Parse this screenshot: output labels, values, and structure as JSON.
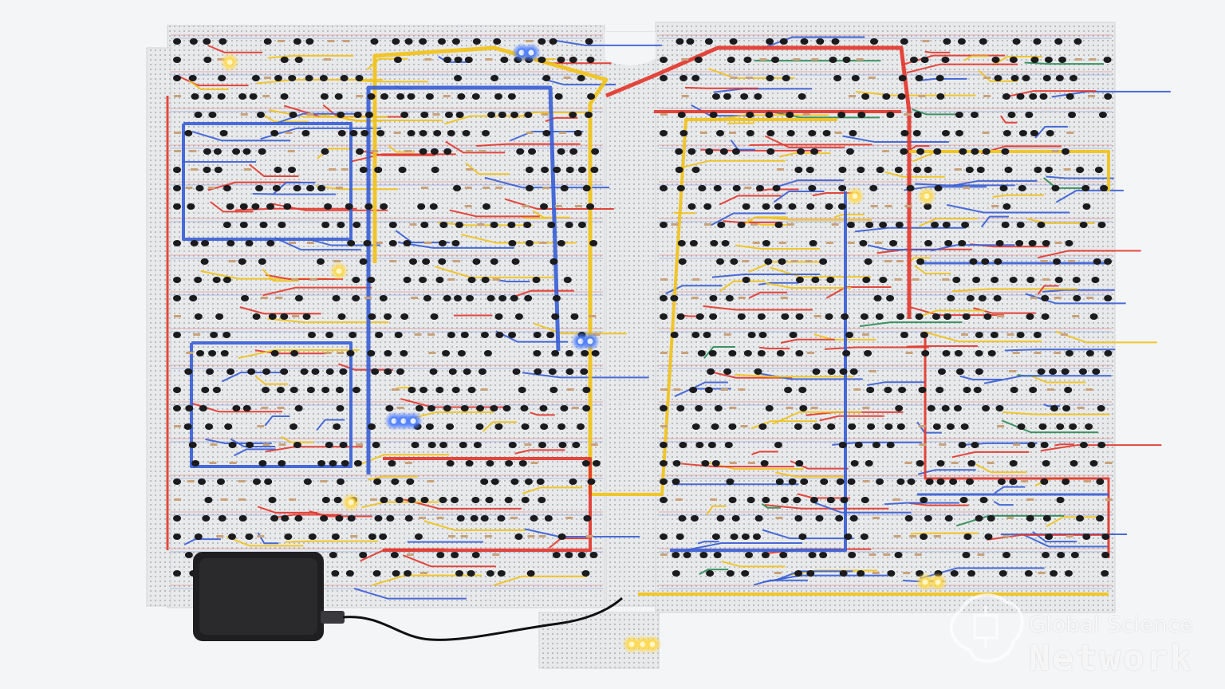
{
  "scene": {
    "subject": "breadboard-computer",
    "background_color": "#f3f4f6",
    "board_color": "#e9ebec",
    "wire_colors": [
      "#e2372c",
      "#3a5fd6",
      "#f0c21a",
      "#2e8b57"
    ],
    "led_colors": [
      "#ffd84a",
      "#4c7dff"
    ],
    "power_bank_color": "#1f1f21"
  },
  "watermark": {
    "logo_icon": "brain-chip-icon",
    "line1": "Global Science",
    "line2": "Network"
  }
}
